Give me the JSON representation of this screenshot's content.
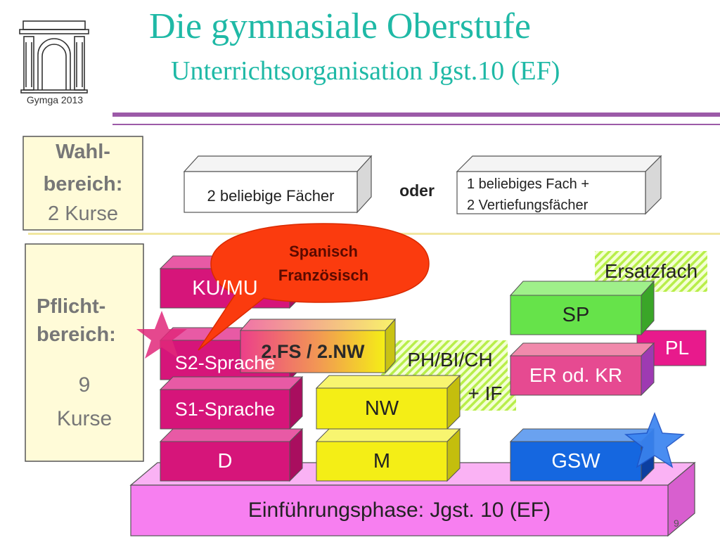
{
  "header": {
    "title": "Die gymnasiale Oberstufe",
    "subtitle": "Unterrichtsorganisation Jgst.10 (EF)",
    "logo_caption": "Gymga 2013"
  },
  "wahlbereich": {
    "label_line1": "Wahl-",
    "label_line2": "bereich:",
    "label_line3": "2 Kurse",
    "option1": "2 beliebige Fächer",
    "or_label": "oder",
    "option2_line1": "1 beliebiges Fach +",
    "option2_line2": "2 Vertiefungsfächer"
  },
  "pflichtbereich": {
    "label_line1": "Pflicht-",
    "label_line2": "bereich:",
    "count": "9",
    "unit": "Kurse"
  },
  "blocks": {
    "ku_mu": "KU/MU",
    "s2": "S2-Sprache",
    "s1": "S1-Sprache",
    "d": "D",
    "fs_nw": "2.FS / 2.NW",
    "ph_bi_ch": "PH/BI/CH",
    "if": "+ IF",
    "nw": "NW",
    "m": "M",
    "ersatzfach": "Ersatzfach",
    "sp": "SP",
    "pl": "PL",
    "er_kr": "ER od. KR",
    "gsw": "GSW"
  },
  "callout": {
    "line1": "Spanisch",
    "line2": "Französisch"
  },
  "base": {
    "label": "Einführungsphase: Jgst. 10 (EF)"
  },
  "page_number": "9",
  "colors": {
    "title": "#1fb9a6",
    "magenta": "#d6157a",
    "green": "#66e34a",
    "yellow": "#f4ee16",
    "blue": "#1567e0",
    "callout": "#fb3b0e",
    "base": "#f77ff0",
    "hatch": "#c4f25a"
  }
}
